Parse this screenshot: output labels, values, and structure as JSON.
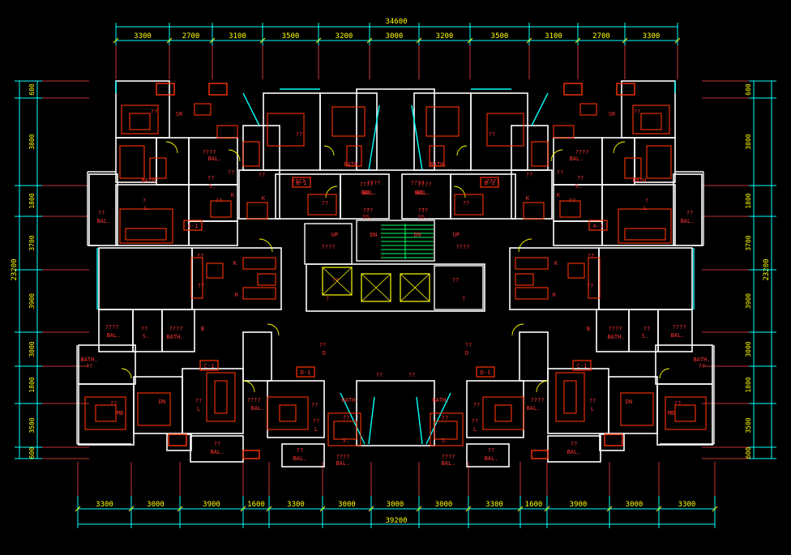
{
  "dimensions": {
    "top_total": "34600",
    "top_segments": [
      "3300",
      "2700",
      "3100",
      "3500",
      "3200",
      "3000",
      "3200",
      "3500",
      "3100",
      "2700",
      "3300"
    ],
    "bottom_total": "39200",
    "bottom_segments": [
      "3300",
      "3000",
      "3900",
      "1600",
      "3300",
      "3000",
      "3000",
      "3000",
      "3300",
      "1600",
      "3900",
      "3000",
      "3300"
    ],
    "left_total": "23200",
    "left_segments": [
      "600",
      "3800",
      "1800",
      "3700",
      "3900",
      "3000",
      "1800",
      "3500",
      "600"
    ],
    "right_total": "23200",
    "right_segments": [
      "600",
      "3800",
      "1800",
      "3700",
      "3900",
      "3000",
      "1800",
      "3500",
      "600"
    ]
  },
  "room_labels": [
    {
      "text": "??",
      "kind": "room"
    },
    {
      "text": "SR",
      "kind": "room"
    },
    {
      "text": "BATH.",
      "kind": "room"
    },
    {
      "text": "????",
      "kind": "room"
    },
    {
      "text": "BAL.",
      "kind": "room"
    },
    {
      "text": "S.",
      "kind": "room"
    },
    {
      "text": "K",
      "kind": "room"
    },
    {
      "text": "L",
      "kind": "room"
    },
    {
      "text": "MB",
      "kind": "room"
    },
    {
      "text": "D",
      "kind": "room"
    },
    {
      "text": "B",
      "kind": "room"
    },
    {
      "text": "DN",
      "kind": "room"
    },
    {
      "text": "UP",
      "kind": "room"
    },
    {
      "text": "???",
      "kind": "room"
    },
    {
      "text": "?",
      "kind": "room"
    }
  ],
  "unit_tags": [
    "A-1",
    "A-1",
    "B-1",
    "B-1",
    "C-1",
    "C-1",
    "D-1",
    "D-1"
  ],
  "colors": {
    "wall": "#ffffff",
    "dim": "#00ffff",
    "dimtext": "#ffff00",
    "furniture": "#ff3300",
    "grid": "#ff4444",
    "label": "#ff3333",
    "green": "#00ff66",
    "magenta": "#ff44ff"
  }
}
